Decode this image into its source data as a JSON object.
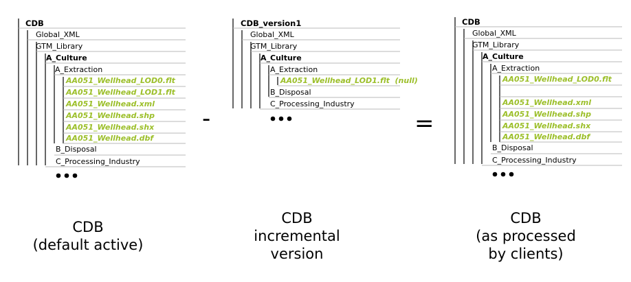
{
  "accent_green": "#9cbf2a",
  "operators": {
    "minus": "-",
    "equals": "="
  },
  "trees": [
    {
      "id": "cdb-default",
      "root": "CDB",
      "items": {
        "global_xml": "Global_XML",
        "gtm_library": "GTM_Library",
        "a_culture": "A_Culture",
        "a_extraction": "A_Extraction",
        "files": [
          "AA051_Wellhead_LOD0.flt",
          "AA051_Wellhead_LOD1.flt",
          "AA051_Wellhead.xml",
          "AA051_Wellhead.shp",
          "AA051_Wellhead.shx",
          "AA051_Wellhead.dbf"
        ],
        "b_disposal": "B_Disposal",
        "c_processing": "C_Processing_Industry"
      },
      "caption": [
        "CDB",
        "(default active)"
      ]
    },
    {
      "id": "cdb-version1",
      "root": "CDB_version1",
      "items": {
        "global_xml": "Global_XML",
        "gtm_library": "GTM_Library",
        "a_culture": "A_Culture",
        "a_extraction": "A_Extraction",
        "files": [
          "AA051_Wellhead_LOD1.flt  (null)"
        ],
        "b_disposal": "B_Disposal",
        "c_processing": "C_Processing_Industry"
      },
      "caption": [
        "CDB",
        "incremental",
        "version"
      ]
    },
    {
      "id": "cdb-processed",
      "root": "CDB",
      "items": {
        "global_xml": "Global_XML",
        "gtm_library": "GTM_Library",
        "a_culture": "A_Culture",
        "a_extraction": "A_Extraction",
        "files": [
          "AA051_Wellhead_LOD0.flt",
          "",
          "AA051_Wellhead.xml",
          "AA051_Wellhead.shp",
          "AA051_Wellhead.shx",
          "AA051_Wellhead.dbf"
        ],
        "b_disposal": "B_Disposal",
        "c_processing": "C_Processing_Industry"
      },
      "caption": [
        "CDB",
        "(as processed",
        "by clients)"
      ]
    }
  ]
}
